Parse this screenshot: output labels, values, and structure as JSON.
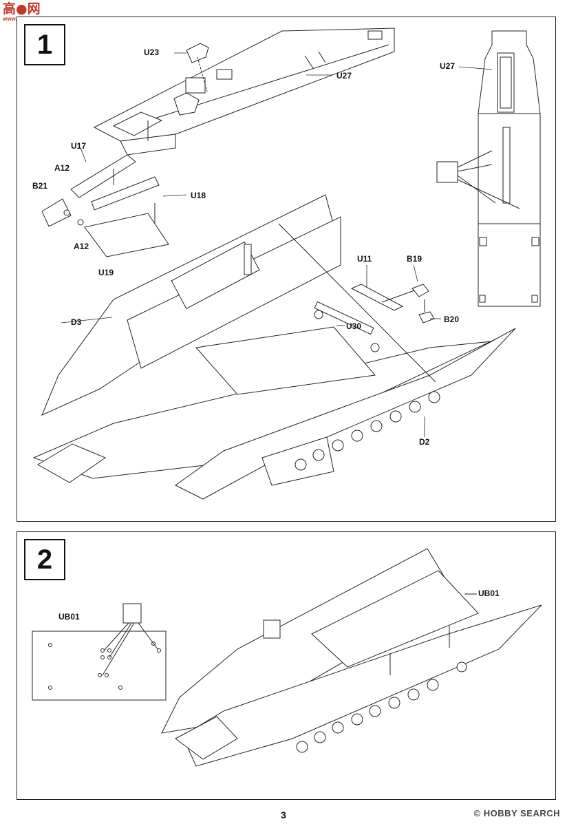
{
  "watermark": {
    "site_glyphs": "高●网",
    "site_url": "www.shou.com"
  },
  "step1": {
    "number": "1",
    "parts": {
      "u23": "U23",
      "u27": "U27",
      "u27_detail": "U27",
      "u17": "U17",
      "a12_top": "A12",
      "b21": "B21",
      "u18": "U18",
      "a12_bottom": "A12",
      "u19": "U19",
      "u11": "U11",
      "b19": "B19",
      "d3": "D3",
      "u30": "U30",
      "b20": "B20",
      "d2": "D2"
    }
  },
  "step2": {
    "number": "2",
    "parts": {
      "ub01_detail": "UB01",
      "ub01": "UB01"
    }
  },
  "footer": {
    "page_number": "3",
    "brand": "HOBBY SEARCH",
    "brand_mark": "©"
  }
}
